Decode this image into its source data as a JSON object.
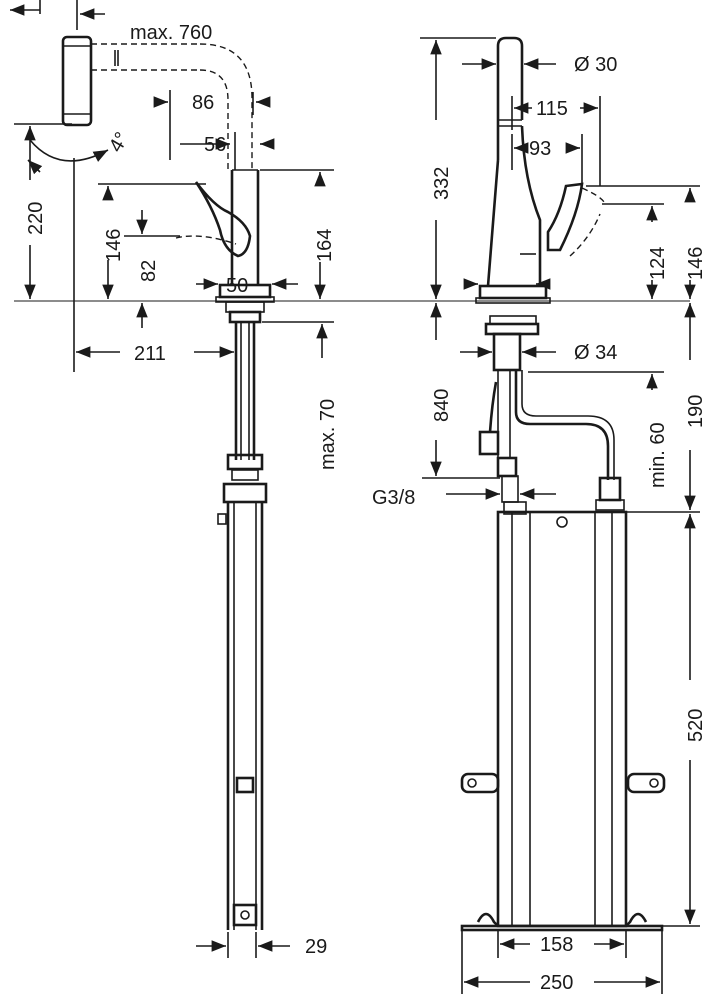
{
  "dims": {
    "max760": "max. 760",
    "d86": "86",
    "d56": "56",
    "angle4": "4°",
    "d220": "220",
    "d146_left": "146",
    "d82": "82",
    "d164": "164",
    "d50": "50",
    "d211": "211",
    "max70": "max. 70",
    "d29": "29",
    "dia30": "Ø 30",
    "d115": "115",
    "d93": "93",
    "d332": "332",
    "d124": "124",
    "d146_right": "146",
    "dia34": "Ø 34",
    "d840": "840",
    "min60": "min. 60",
    "d190": "190",
    "g38": "G3/8",
    "d520": "520",
    "d158": "158",
    "d250": "250"
  },
  "colors": {
    "line": "#1a1a1a",
    "background": "#ffffff"
  }
}
